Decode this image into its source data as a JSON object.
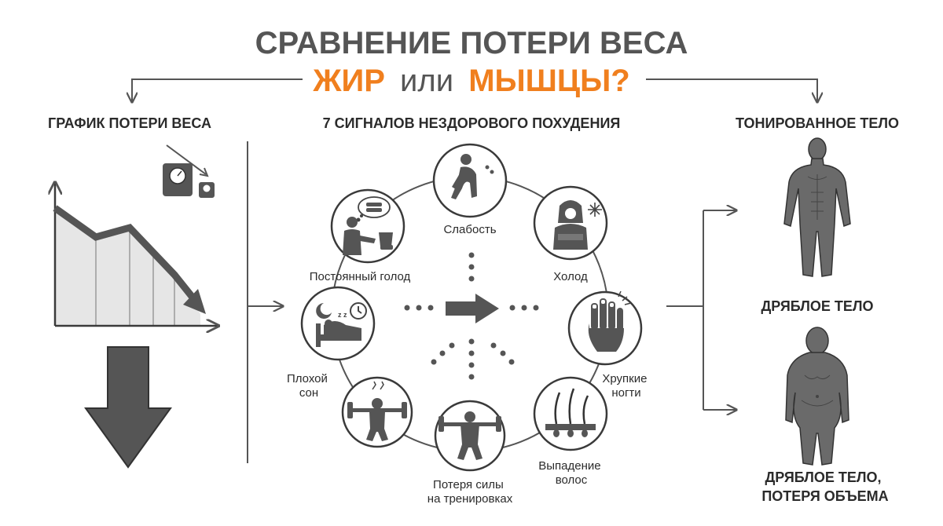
{
  "title": {
    "line1": "СРАВНЕНИЕ ПОТЕРИ ВЕСА",
    "word_fat": "ЖИР",
    "word_or": "или",
    "word_muscle": "МЫШЦЫ?"
  },
  "left": {
    "heading": "ГРАФИК ПОТЕРИ ВЕСА",
    "icon": "scale-icon"
  },
  "center": {
    "heading": "7 СИГНАЛОВ НЕЗДОРОВОГО ПОХУДЕНИЯ",
    "signals": [
      {
        "id": "weakness",
        "label_lines": [
          "Слабость"
        ],
        "icon": "weak-person-icon"
      },
      {
        "id": "cold",
        "label_lines": [
          "Холод"
        ],
        "icon": "cold-person-icon"
      },
      {
        "id": "brittle-nails",
        "label_lines": [
          "Хрупкие",
          "ногти"
        ],
        "icon": "hand-nails-icon"
      },
      {
        "id": "hair-loss",
        "label_lines": [
          "Выпадение",
          "волос"
        ],
        "icon": "hair-follicle-icon"
      },
      {
        "id": "strength-loss",
        "label_lines": [
          "Потеря силы",
          "на тренировках"
        ],
        "icon": "barbell-lift-icon"
      },
      {
        "id": "poor-sleep-lift",
        "label_lines": [],
        "icon": "weightlifter-icon"
      },
      {
        "id": "poor-sleep",
        "label_lines": [
          "Плохой",
          "сон"
        ],
        "icon": "sleep-bed-icon"
      },
      {
        "id": "hunger",
        "label_lines": [
          "Постоянный голод"
        ],
        "icon": "hungry-person-icon"
      }
    ]
  },
  "right": {
    "heading": "ТОНИРОВАННОЕ ТЕЛО",
    "middle_label": "ДРЯБЛОЕ ТЕЛО",
    "bottom_label_lines": [
      "ДРЯБЛОЕ ТЕЛО,",
      "ПОТЕРЯ ОБЪЕМА"
    ]
  },
  "colors": {
    "accent": "#f07f1e",
    "text": "#2b2b2b",
    "gray": "#5e5e5e",
    "stroke": "#3a3a3a",
    "light_fill": "#e6e6e6"
  }
}
